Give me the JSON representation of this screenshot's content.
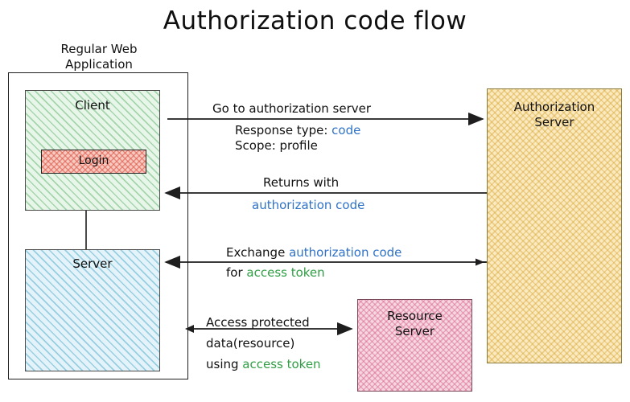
{
  "title": "Authorization code flow",
  "nodes": {
    "app_frame": {
      "caption_line1": "Regular Web",
      "caption_line2": "Application"
    },
    "client": {
      "label": "Client",
      "fill": "#e8f6ea",
      "hatch": "#52ad63"
    },
    "login": {
      "label": "Login",
      "fill": "#f6c9c1",
      "hatch": "#de523f"
    },
    "server": {
      "label": "Server",
      "fill": "#e3f3f9",
      "hatch": "#3da1c5"
    },
    "auth_server": {
      "label_line1": "Authorization",
      "label_line2": "Server",
      "fill": "#fbe9bf",
      "hatch": "#d6a636"
    },
    "resource_server": {
      "label_line1": "Resource",
      "label_line2": "Server",
      "fill": "#f6d6e0",
      "hatch": "#d65885"
    }
  },
  "flows": {
    "go_to_auth": {
      "above": "Go to authorization server",
      "below_line1_prefix": "Response type: ",
      "below_line1_value": "code",
      "below_line2": "Scope: profile",
      "direction": "client-to-auth"
    },
    "returns_with": {
      "above": "Returns with",
      "below": "authorization code",
      "direction": "auth-to-client"
    },
    "exchange": {
      "above_prefix": "Exchange ",
      "above_value": "authorization code",
      "below_prefix": "for ",
      "below_value": "access token",
      "direction": "server-to-auth"
    },
    "access_resource": {
      "line1": "Access protected",
      "line2": "data(resource)",
      "line3_prefix": "using ",
      "line3_value": "access token",
      "direction": "bidirectional"
    }
  },
  "colors": {
    "highlight_blue": "#2f72c7",
    "highlight_green": "#2f9e44",
    "stroke": "#1e1e1e",
    "background": "#ffffff"
  }
}
